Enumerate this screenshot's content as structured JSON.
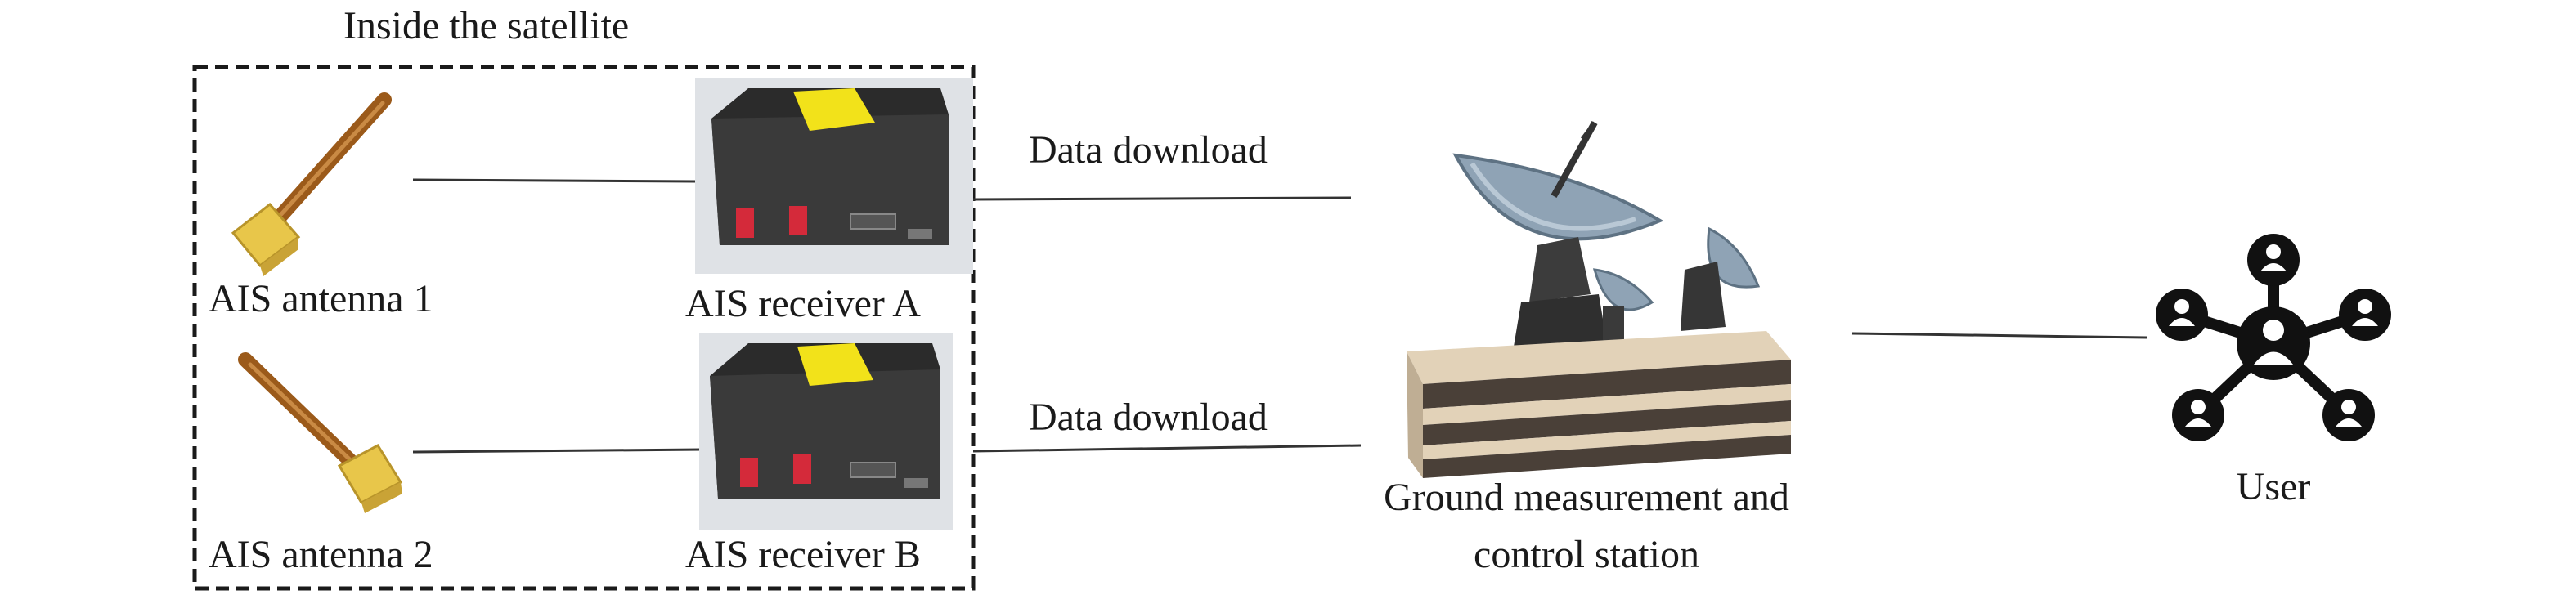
{
  "satellite": {
    "title": "Inside the satellite",
    "antennas": [
      {
        "label": "AIS antenna 1",
        "icon": "antenna-icon"
      },
      {
        "label": "AIS antenna 2",
        "icon": "antenna-icon"
      }
    ],
    "receivers": [
      {
        "label": "AIS receiver A",
        "icon": "receiver-box-icon"
      },
      {
        "label": "AIS receiver B",
        "icon": "receiver-box-icon"
      }
    ]
  },
  "links": [
    {
      "label": "Data download"
    },
    {
      "label": "Data download"
    }
  ],
  "station": {
    "label_line1": "Ground measurement and",
    "label_line2": "control station",
    "icon": "satellite-dish-station-icon"
  },
  "user": {
    "label": "User",
    "icon": "user-network-icon"
  },
  "colors": {
    "box_border": "#1a1a1a",
    "antenna_rod": "#9b5a1a",
    "antenna_base": "#e8c64a",
    "receiver_body": "#2b2b2b",
    "receiver_tag": "#f2e21a",
    "connector": "#d42a3a",
    "dish": "#8fa3b5",
    "platform_dark": "#4a4038",
    "platform_light": "#e2d2b8",
    "user_icon": "#111111"
  }
}
